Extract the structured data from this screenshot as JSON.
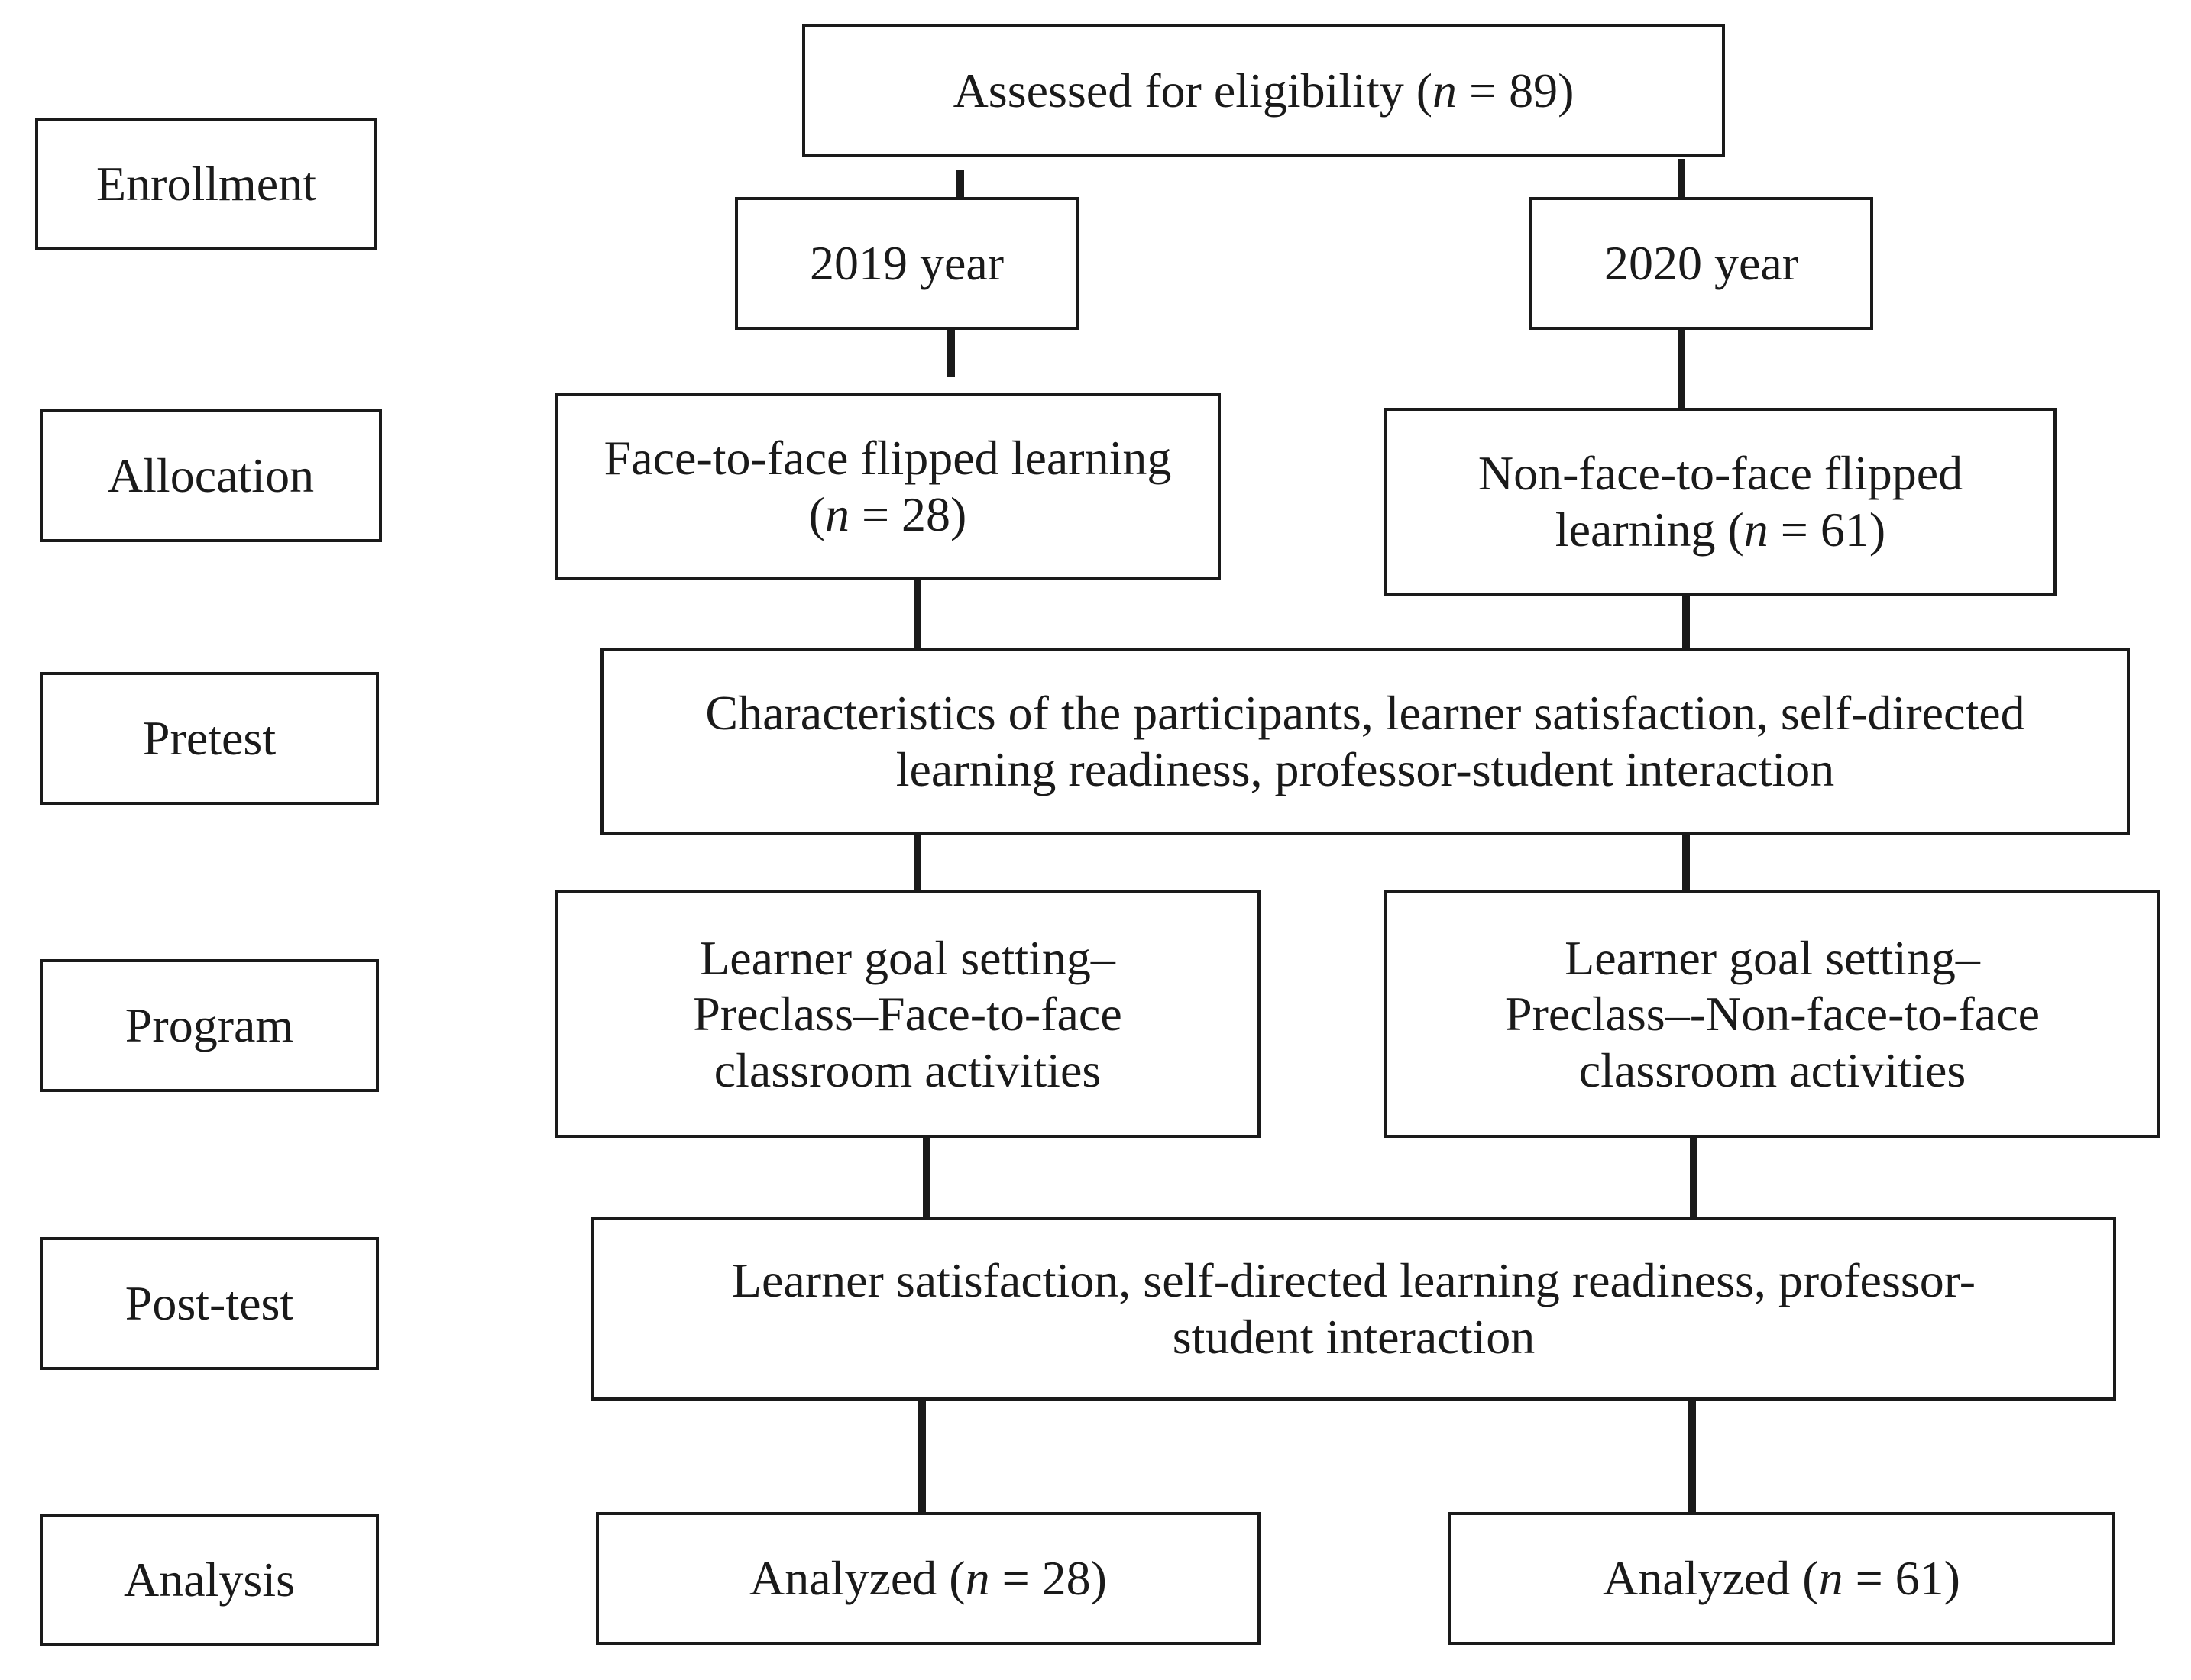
{
  "stages": {
    "enrollment": "Enrollment",
    "allocation": "Allocation",
    "pretest": "Pretest",
    "program": "Program",
    "posttest": "Post-test",
    "analysis": "Analysis"
  },
  "nodes": {
    "assessed": {
      "pre": "Assessed for eligibility (",
      "n": "n",
      "post": " = 89)"
    },
    "year_2019": "2019 year",
    "year_2020": "2020 year",
    "f2f": {
      "line1": "Face-to-face flipped learning",
      "pre": "(",
      "n": "n",
      "post": " = 28)"
    },
    "nf2f": {
      "line1": "Non-face-to-face flipped",
      "pre": "learning (",
      "n": "n",
      "post": " = 61)"
    },
    "pretest": {
      "line1": "Characteristics of the participants, learner satisfaction, self-directed",
      "line2": "learning readiness, professor-student interaction"
    },
    "program_f2f": {
      "line1": "Learner goal setting–",
      "line2": "Preclass–Face-to-face",
      "line3": "classroom activities"
    },
    "program_nf2f": {
      "line1": "Learner goal setting–",
      "line2": "Preclass–-Non-face-to-face",
      "line3": "classroom activities"
    },
    "posttest": {
      "line1": "Learner satisfaction, self-directed learning readiness, professor-",
      "line2": "student interaction"
    },
    "analyzed_28": {
      "pre": "Analyzed (",
      "n": "n",
      "post": " = 28)"
    },
    "analyzed_61": {
      "pre": "Analyzed (",
      "n": "n",
      "post": " = 61)"
    }
  }
}
